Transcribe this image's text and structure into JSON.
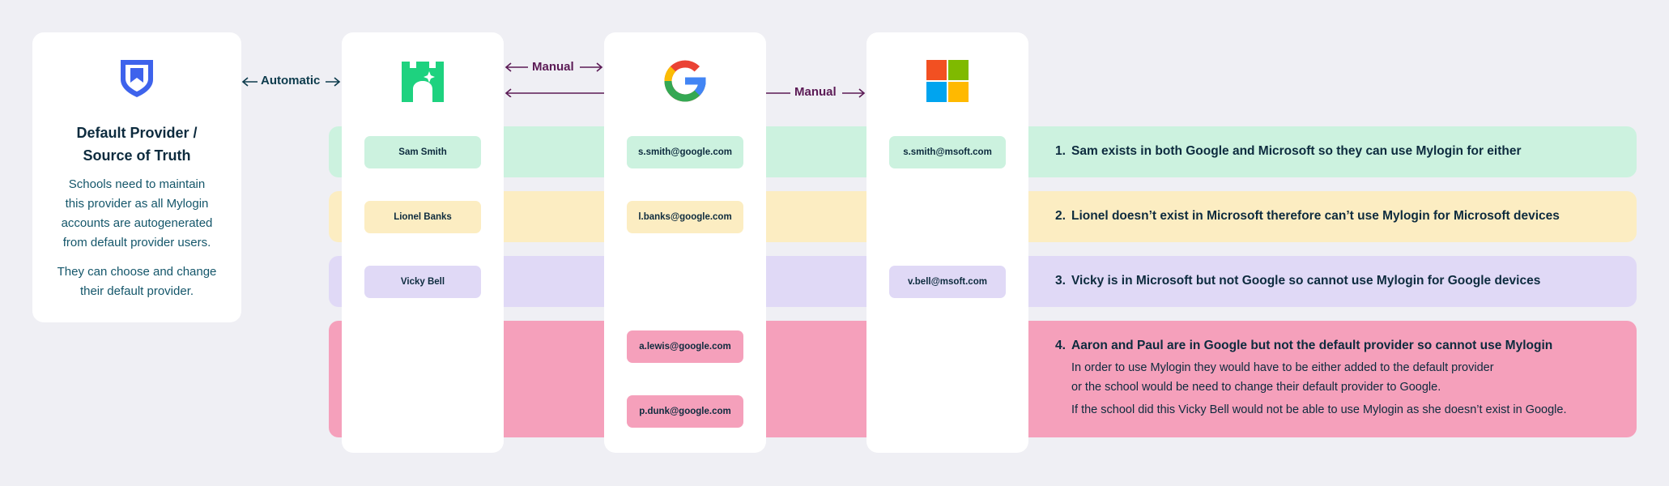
{
  "default_provider": {
    "title_line1": "Default Provider /",
    "title_line2": "Source of Truth",
    "para1": [
      "Schools need to maintain",
      "this provider as all Mylogin",
      "accounts are autogenerated",
      "from default provider users."
    ],
    "para2": [
      "They can choose and change",
      "their default provider."
    ]
  },
  "connectors": {
    "automatic": "Automatic",
    "manual_top": "Manual",
    "manual_right": "Manual"
  },
  "columns": {
    "mylogin": [
      "Sam Smith",
      "Lionel Banks",
      "Vicky Bell"
    ],
    "google": [
      "s.smith@google.com",
      "l.banks@google.com",
      "a.lewis@google.com",
      "p.dunk@google.com"
    ],
    "microsoft": [
      "s.smith@msoft.com",
      "v.bell@msoft.com"
    ]
  },
  "statements": [
    {
      "num": "1.",
      "text": "Sam exists in both Google and Microsoft so they can use Mylogin for either"
    },
    {
      "num": "2.",
      "text": "Lionel doesn’t exist in Microsoft therefore can’t use Mylogin for Microsoft devices"
    },
    {
      "num": "3.",
      "text": "Vicky is in Microsoft but not Google so cannot use Mylogin for Google devices"
    },
    {
      "num": "4.",
      "text": "Aaron and Paul are in Google but not the default provider so cannot use Mylogin"
    }
  ],
  "statement4_details": [
    "In order to use Mylogin they would have to be either added to the default provider",
    "or the school would be need to change their default provider to Google.",
    "If the school did this Vicky Bell would not be able to use Mylogin as she doesn’t exist in Google."
  ],
  "colors": {
    "background": "#efeff4",
    "green": "#ccf2df",
    "yellow": "#fcedc2",
    "purple": "#e0d9f6",
    "pink": "#f5a0bb",
    "mylogin_brand": "#1ed27f",
    "shield_brand": "#3e63ec",
    "manual_arrow": "#5b1a55",
    "automatic_arrow": "#0d3b4c"
  },
  "icons": {
    "default_provider": "shield-icon",
    "mylogin": "castle-icon",
    "google": "google-logo-icon",
    "microsoft": "microsoft-logo-icon"
  }
}
